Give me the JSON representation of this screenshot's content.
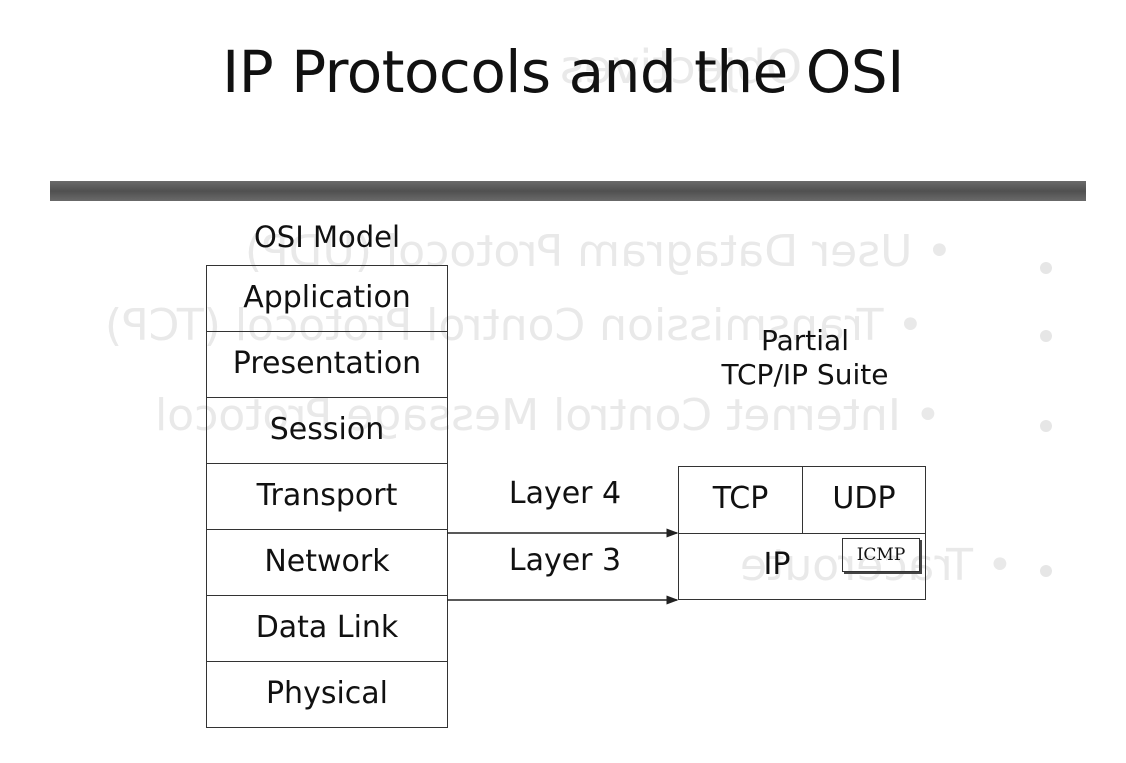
{
  "slide": {
    "title": "IP Protocols and the OSI",
    "background": "#ffffff",
    "rule_color": "#5a5a5a"
  },
  "osi_model": {
    "label": "OSI Model",
    "layers": [
      "Application",
      "Presentation",
      "Session",
      "Transport",
      "Network",
      "Data Link",
      "Physical"
    ]
  },
  "layer_tags": {
    "layer4": "Layer 4",
    "layer3": "Layer 3"
  },
  "tcpip_suite": {
    "title_line1": "Partial",
    "title_line2": "TCP/IP Suite",
    "tcp": "TCP",
    "udp": "UDP",
    "ip": "IP",
    "icmp": "ICMP"
  }
}
